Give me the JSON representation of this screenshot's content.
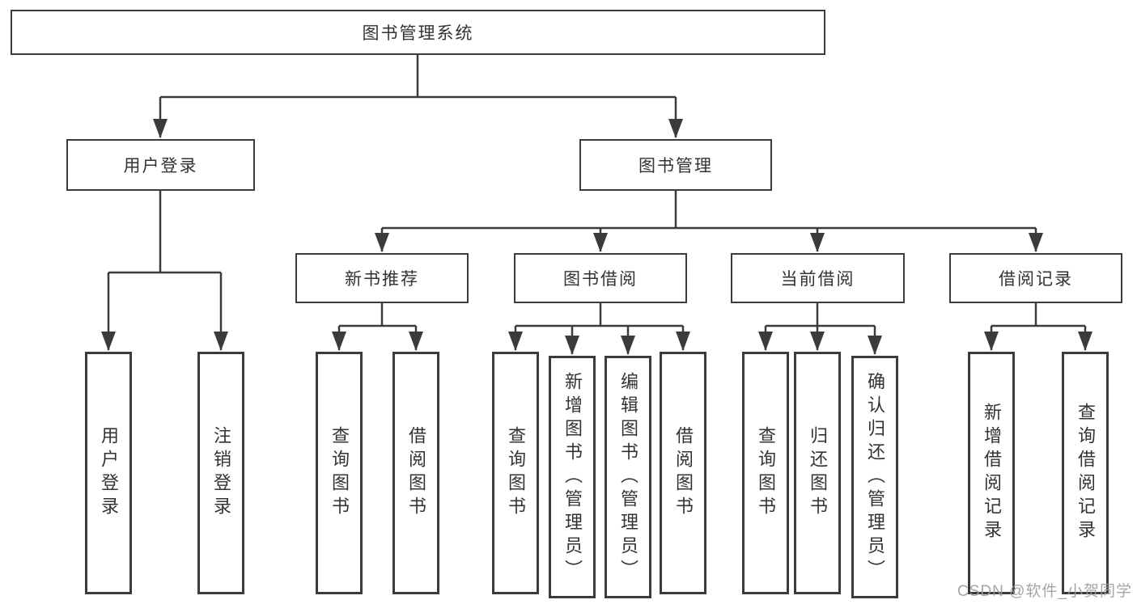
{
  "tree": {
    "label": "图书管理系统",
    "children": [
      {
        "label": "用户登录",
        "children": [
          {
            "label": "用户登录"
          },
          {
            "label": "注销登录"
          }
        ]
      },
      {
        "label": "图书管理",
        "children": [
          {
            "label": "新书推荐",
            "children": [
              {
                "label": "查询图书"
              },
              {
                "label": "借阅图书"
              }
            ]
          },
          {
            "label": "图书借阅",
            "children": [
              {
                "label": "查询图书"
              },
              {
                "label": "新增图书（管理员）"
              },
              {
                "label": "编辑图书（管理员）"
              },
              {
                "label": "借阅图书"
              }
            ]
          },
          {
            "label": "当前借阅",
            "children": [
              {
                "label": "查询图书"
              },
              {
                "label": "归还图书"
              },
              {
                "label": "确认归还（管理员）"
              }
            ]
          },
          {
            "label": "借阅记录",
            "children": [
              {
                "label": "新增借阅记录"
              },
              {
                "label": "查询借阅记录"
              }
            ]
          }
        ]
      }
    ]
  },
  "watermark": {
    "text": "CSDN @软件_小贺同学"
  },
  "colors": {
    "line": "#3b3b3b",
    "box_border": "#3b3b3b",
    "text": "#333333",
    "background": "#ffffff",
    "watermark": "#9c9c9c"
  }
}
